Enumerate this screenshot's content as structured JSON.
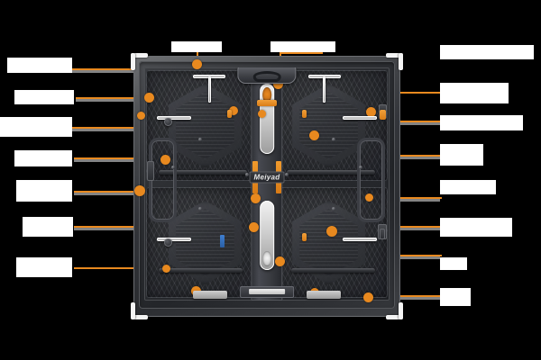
{
  "diagram": {
    "kind": "product-callout-diagram",
    "product_brand": "Meiyad",
    "product_view": "rear view of LED display cabinet",
    "background_color": "#000000",
    "accent_color": "#E8891F",
    "leader_line_color": "#E8891F",
    "label_block_color": "#ffffff",
    "label_text_color": "#ffffff"
  },
  "logo": {
    "text": "Meiyad"
  },
  "callouts_left": [
    {
      "id": "left-1",
      "label": ""
    },
    {
      "id": "left-2",
      "label": ""
    },
    {
      "id": "left-3",
      "label": ""
    },
    {
      "id": "left-4",
      "label": ""
    },
    {
      "id": "left-5",
      "label": ""
    },
    {
      "id": "left-6",
      "label": ""
    },
    {
      "id": "left-7",
      "label": ""
    }
  ],
  "callouts_right": [
    {
      "id": "right-1",
      "label": ""
    },
    {
      "id": "right-2",
      "label": ""
    },
    {
      "id": "right-3",
      "label": ""
    },
    {
      "id": "right-4",
      "label": ""
    },
    {
      "id": "right-5",
      "label": ""
    },
    {
      "id": "right-6",
      "label": ""
    },
    {
      "id": "right-7",
      "label": ""
    }
  ],
  "callouts_top": [
    {
      "id": "top-1",
      "label": ""
    },
    {
      "id": "top-2",
      "label": ""
    }
  ],
  "markers": {
    "count": 19,
    "color": "#E8891F",
    "shape": "circle"
  }
}
